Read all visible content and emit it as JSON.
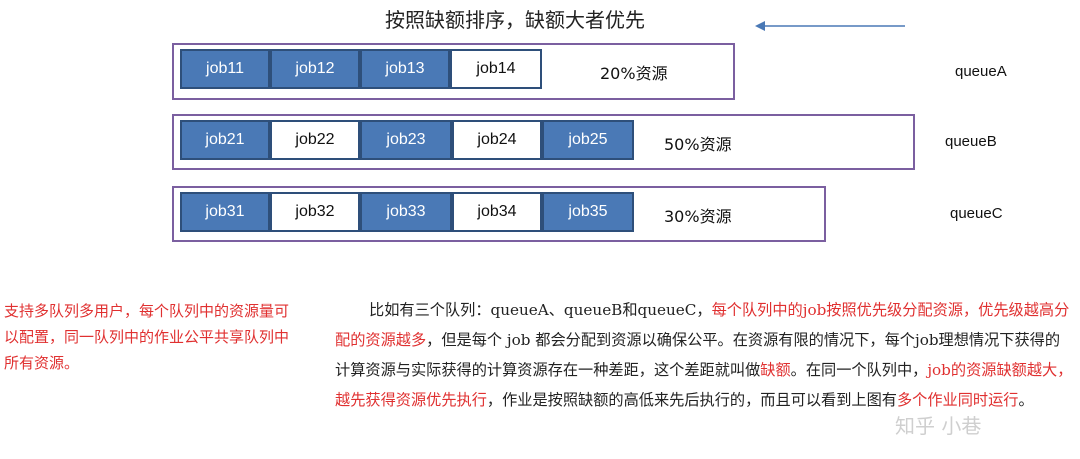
{
  "title": "按照缺额排序，缺额大者优先",
  "queues": [
    {
      "name": "queueA",
      "resource": "20%资源",
      "jobs": [
        {
          "label": "job11",
          "filled": true
        },
        {
          "label": "job12",
          "filled": true
        },
        {
          "label": "job13",
          "filled": true
        },
        {
          "label": "job14",
          "filled": false
        }
      ]
    },
    {
      "name": "queueB",
      "resource": "50%资源",
      "jobs": [
        {
          "label": "job21",
          "filled": true
        },
        {
          "label": "job22",
          "filled": false
        },
        {
          "label": "job23",
          "filled": true
        },
        {
          "label": "job24",
          "filled": false
        },
        {
          "label": "job25",
          "filled": true
        }
      ]
    },
    {
      "name": "queueC",
      "resource": "30%资源",
      "jobs": [
        {
          "label": "job31",
          "filled": true
        },
        {
          "label": "job32",
          "filled": false
        },
        {
          "label": "job33",
          "filled": true
        },
        {
          "label": "job34",
          "filled": false
        },
        {
          "label": "job35",
          "filled": true
        }
      ]
    }
  ],
  "colors": {
    "job_filled": "#4a79b6",
    "queue_border": "#7b5fa0",
    "arrow": "#4a79b6",
    "highlight": "#e03030"
  },
  "note": "支持多队列多用户，每个队列中的资源量可以配置，同一队列中的作业公平共享队列中所有资源。",
  "paragraph": {
    "p1": "比如有三个队列：queueA、queueB和queueC，",
    "p2_red": "每个队列中的job按照优先级分配资源，优先级越高分配的资源越多",
    "p3": "，但是每个 job 都会分配到资源以确保公平。在资源有限的情况下，每个job理想情况下获得的计算资源与实际获得的计算资源存在一种差距，这个差距就叫做",
    "p4_red": "缺额",
    "p5": "。在同一个队列中，",
    "p6_red": "job的资源缺额越大，越先获得资源优先执行",
    "p7": "，作业是按照缺额的高低来先后执行的，而且可以看到上图有",
    "p8_red": "多个作业同时运行",
    "p9": "。"
  },
  "watermark": "知乎 小巷"
}
